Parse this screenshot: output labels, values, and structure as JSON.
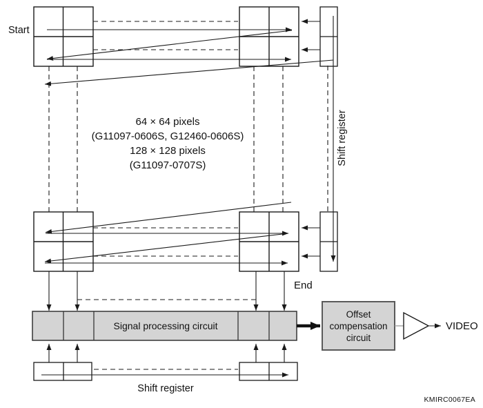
{
  "diagram": {
    "title_note": {
      "lines": [
        "64 × 64 pixels",
        "(G11097-0606S, G12460-0606S)",
        "128 × 128 pixels",
        "(G11097-0707S)"
      ]
    },
    "labels": {
      "start": "Start",
      "end": "End",
      "video": "VIDEO",
      "shift_register_right": "Shift register",
      "shift_register_bottom": "Shift register",
      "signal_processing": "Signal processing circuit",
      "offset_box_line1": "Offset",
      "offset_box_line2": "compensation",
      "offset_box_line3": "circuit",
      "part_number": "KMIRC0067EA"
    },
    "colors": {
      "background": "#ffffff",
      "line": "#1a1a1a",
      "box_fill": "#d4d4d4",
      "offset_box_border": "#595959"
    }
  }
}
